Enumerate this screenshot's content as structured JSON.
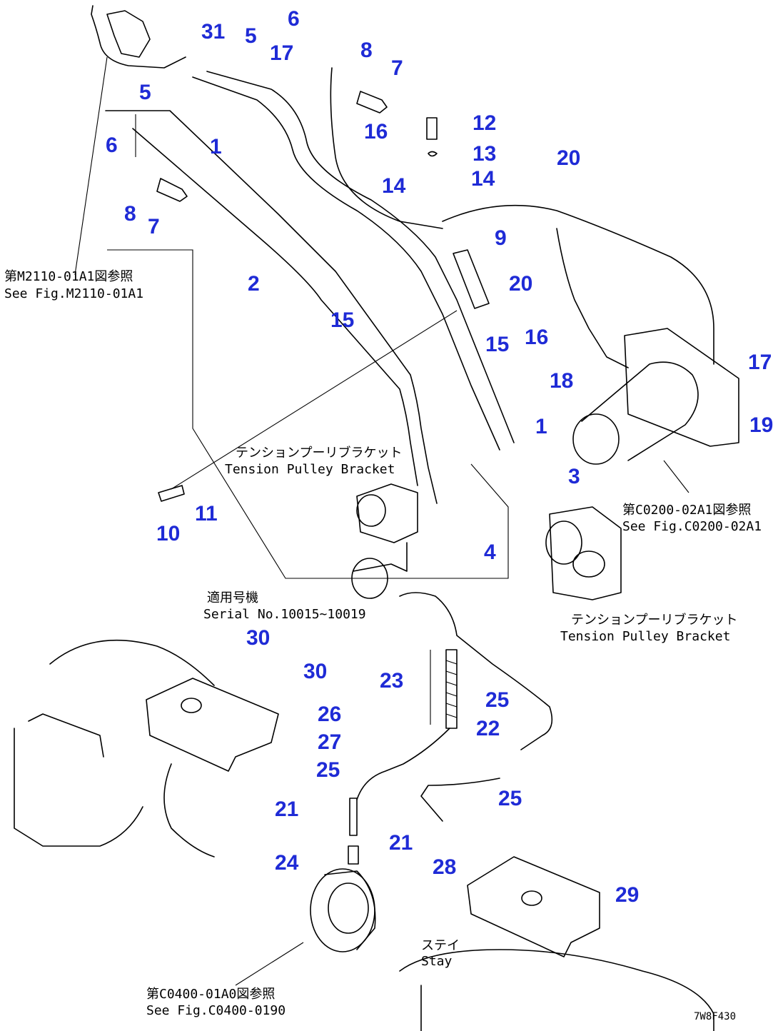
{
  "callouts": [
    {
      "id": "c31a",
      "label": "31"
    },
    {
      "id": "c5a",
      "label": "5"
    },
    {
      "id": "c17a",
      "label": "17"
    },
    {
      "id": "c6a",
      "label": "6"
    },
    {
      "id": "c8a",
      "label": "8"
    },
    {
      "id": "c7a",
      "label": "7"
    },
    {
      "id": "c5b",
      "label": "5"
    },
    {
      "id": "c6b",
      "label": "6"
    },
    {
      "id": "c1a",
      "label": "1"
    },
    {
      "id": "c16a",
      "label": "16"
    },
    {
      "id": "c12",
      "label": "12"
    },
    {
      "id": "c13",
      "label": "13"
    },
    {
      "id": "c20a",
      "label": "20"
    },
    {
      "id": "c14a",
      "label": "14"
    },
    {
      "id": "c14b",
      "label": "14"
    },
    {
      "id": "c8b",
      "label": "8"
    },
    {
      "id": "c7b",
      "label": "7"
    },
    {
      "id": "c9",
      "label": "9"
    },
    {
      "id": "c2",
      "label": "2"
    },
    {
      "id": "c20b",
      "label": "20"
    },
    {
      "id": "c15a",
      "label": "15"
    },
    {
      "id": "c15b",
      "label": "15"
    },
    {
      "id": "c16b",
      "label": "16"
    },
    {
      "id": "c17b",
      "label": "17"
    },
    {
      "id": "c18",
      "label": "18"
    },
    {
      "id": "c19",
      "label": "19"
    },
    {
      "id": "c1b",
      "label": "1"
    },
    {
      "id": "c3",
      "label": "3"
    },
    {
      "id": "c10",
      "label": "10"
    },
    {
      "id": "c11",
      "label": "11"
    },
    {
      "id": "c4",
      "label": "4"
    },
    {
      "id": "c30a",
      "label": "30"
    },
    {
      "id": "c30b",
      "label": "30"
    },
    {
      "id": "c23",
      "label": "23"
    },
    {
      "id": "c26",
      "label": "26"
    },
    {
      "id": "c25a",
      "label": "25"
    },
    {
      "id": "c22",
      "label": "22"
    },
    {
      "id": "c27",
      "label": "27"
    },
    {
      "id": "c25b",
      "label": "25"
    },
    {
      "id": "c25c",
      "label": "25"
    },
    {
      "id": "c21a",
      "label": "21"
    },
    {
      "id": "c21b",
      "label": "21"
    },
    {
      "id": "c24",
      "label": "24"
    },
    {
      "id": "c28",
      "label": "28"
    },
    {
      "id": "c29",
      "label": "29"
    }
  ],
  "notes": {
    "ref_m2110_jp": "第M2110-01A1図参照",
    "ref_m2110_en": "See Fig.M2110-01A1",
    "tension_bracket1_jp": "テンションプーリブラケット",
    "tension_bracket1_en": "Tension Pulley Bracket",
    "ref_c0200_jp": "第C0200-02A1図参照",
    "ref_c0200_en": "See Fig.C0200-02A1",
    "tension_bracket2_jp": "テンションプーリブラケット",
    "tension_bracket2_en": "Tension Pulley Bracket",
    "serial_jp": "適用号機",
    "serial_en": "Serial No.10015~10019",
    "stay_jp": "ステイ",
    "stay_en": "Stay",
    "ref_c0400_jp": "第C0400-01A0図参照",
    "ref_c0400_en": "See Fig.C0400-0190",
    "drawing_code": "7W8F430"
  },
  "colors": {
    "callout": "#1f2bd6",
    "line": "#000000"
  }
}
